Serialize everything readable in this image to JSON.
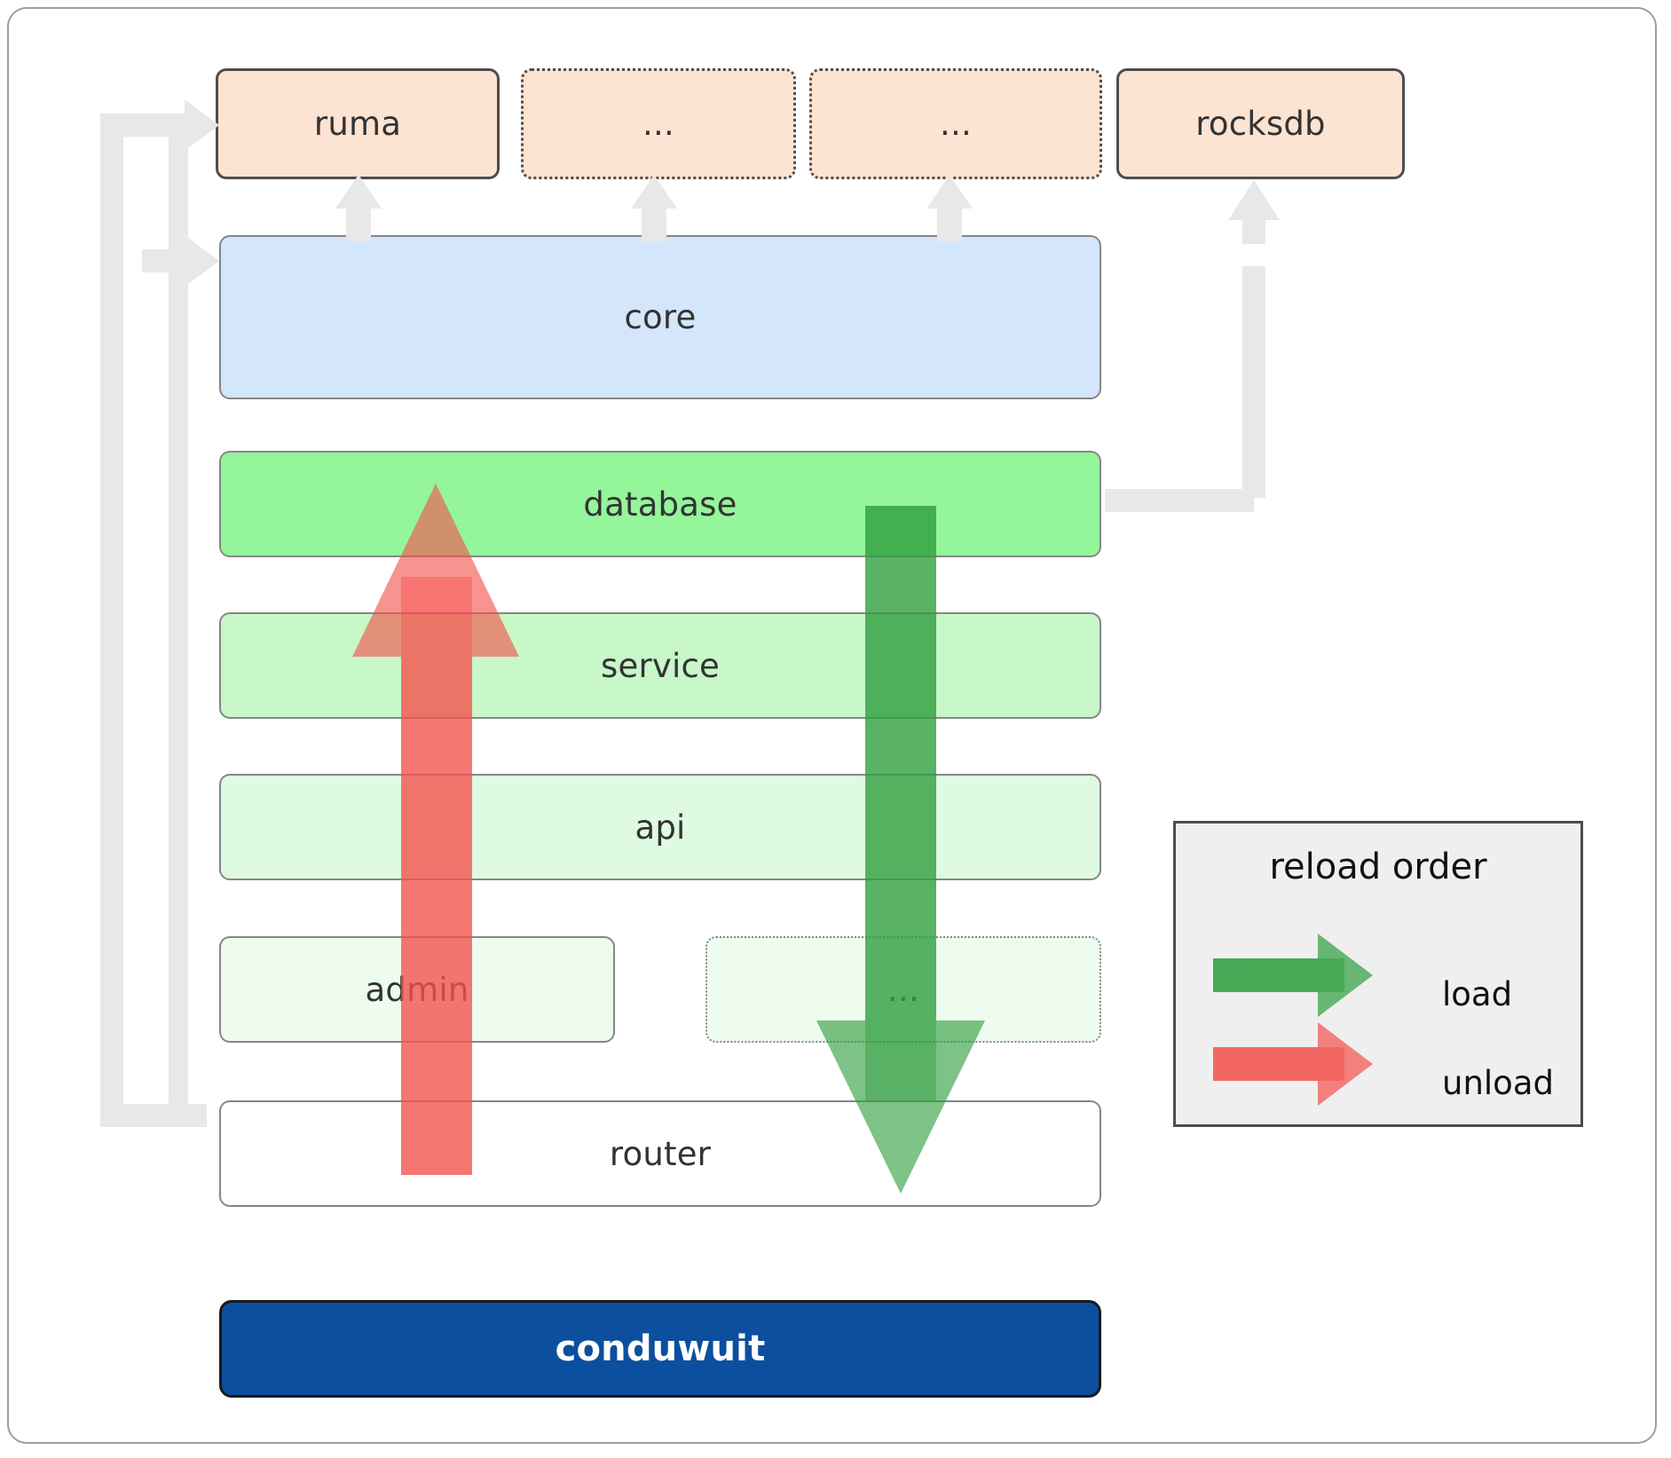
{
  "diagram": {
    "title": "conduwuit crate / module reload architecture",
    "colors": {
      "peach": "#fde3d2",
      "blue": "#d4e6fb",
      "green_1": "#94f59a",
      "green_2": "#c8f7c8",
      "green_3": "#defae0",
      "green_4": "#edfcee",
      "navy": "#0b4f9e",
      "connector_gray": "#e6e6e6",
      "load_green": "#4caf50",
      "unload_red": "#f98080",
      "legend_bg": "#efefef"
    },
    "top_row": [
      {
        "label": "ruma",
        "style": "solid-dark"
      },
      {
        "label": "...",
        "style": "dotted-dark"
      },
      {
        "label": "...",
        "style": "dotted-dark"
      },
      {
        "label": "rocksdb",
        "style": "solid-dark"
      }
    ],
    "core": {
      "label": "core"
    },
    "layers": [
      {
        "label": "database",
        "shade": "green-1"
      },
      {
        "label": "service",
        "shade": "green-2"
      },
      {
        "label": "api",
        "shade": "green-3"
      }
    ],
    "admin_row": [
      {
        "label": "admin",
        "style": "solid-gray",
        "shade": "green-4"
      },
      {
        "label": "...",
        "style": "dotted-gray",
        "shade": "green-4"
      }
    ],
    "router": {
      "label": "router"
    },
    "binary": {
      "label": "conduwuit"
    },
    "legend": {
      "title": "reload order",
      "entries": [
        {
          "label": "load",
          "color": "#4caf50"
        },
        {
          "label": "unload",
          "color": "#f98080"
        }
      ]
    },
    "flows": {
      "unload_direction": "up",
      "unload_from": "router",
      "unload_to": "database",
      "load_direction": "down",
      "load_from": "database",
      "load_to": "router"
    }
  }
}
